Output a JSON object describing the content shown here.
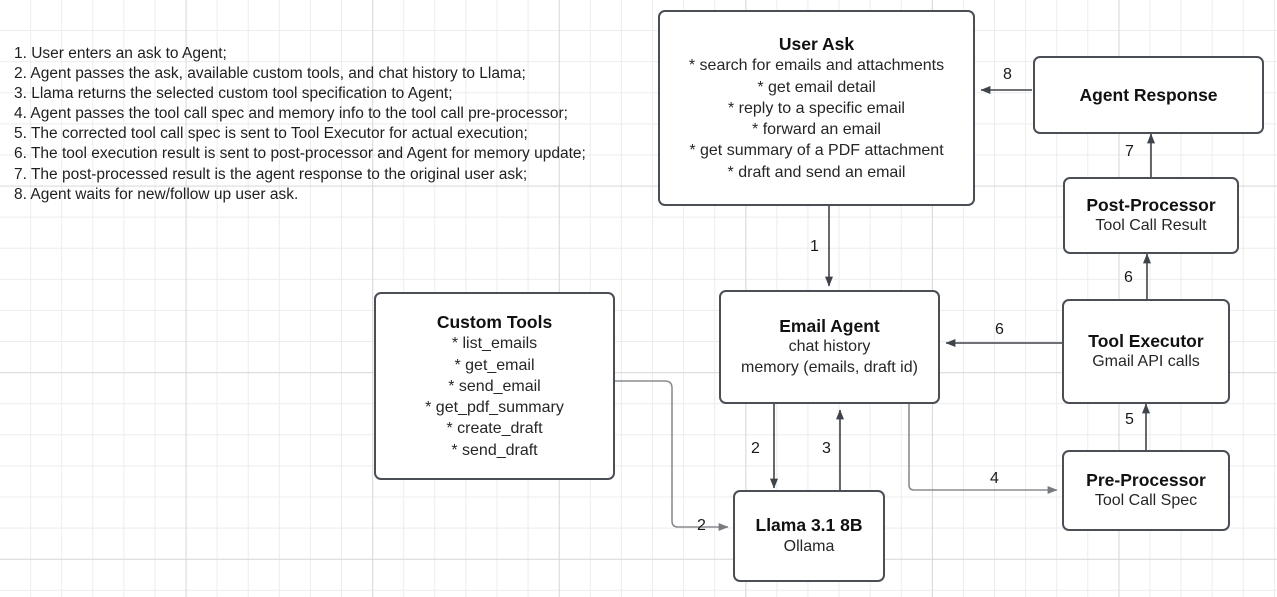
{
  "legend": {
    "name": "process-steps",
    "lines": [
      "1. User enters an ask to Agent;",
      "2. Agent passes the ask, available custom tools, and chat history to Llama;",
      "3. Llama returns the selected custom tool specification to Agent;",
      "4. Agent passes the tool call spec and memory info to the tool call pre-processor;",
      "5. The corrected tool call spec is sent to Tool Executor for actual execution;",
      "6. The tool execution result is sent to post-processor and Agent for memory update;",
      "7. The post-processed result is the agent response to the original user ask;",
      "8. Agent waits for new/follow up user ask."
    ]
  },
  "nodes": {
    "user_ask": {
      "title": "User Ask",
      "bullets": [
        "* search for emails and attachments",
        "* get email detail",
        "* reply to a specific email",
        "* forward an email",
        "* get summary of a PDF attachment",
        "* draft and send an email"
      ]
    },
    "agent_response": {
      "title": "Agent Response"
    },
    "post_processor": {
      "title": "Post-Processor",
      "sub": "Tool Call Result"
    },
    "tool_executor": {
      "title": "Tool Executor",
      "sub": "Gmail API calls"
    },
    "pre_processor": {
      "title": "Pre-Processor",
      "sub": "Tool Call Spec"
    },
    "email_agent": {
      "title": "Email Agent",
      "sub1": "chat history",
      "sub2": "memory (emails, draft id)"
    },
    "llama": {
      "title": "Llama 3.1 8B",
      "sub": "Ollama"
    },
    "custom_tools": {
      "title": "Custom Tools",
      "bullets": [
        "* list_emails",
        "* get_email",
        "* send_email",
        "* get_pdf_summary",
        "* create_draft",
        "* send_draft"
      ]
    }
  },
  "edges": [
    {
      "id": "user-ask-to-email-agent",
      "label": "1"
    },
    {
      "id": "email-agent-to-llama",
      "label": "2"
    },
    {
      "id": "custom-tools-to-llama",
      "label": "2"
    },
    {
      "id": "llama-to-email-agent",
      "label": "3"
    },
    {
      "id": "email-agent-to-pre-processor",
      "label": "4"
    },
    {
      "id": "pre-processor-to-tool-executor",
      "label": "5"
    },
    {
      "id": "tool-executor-to-email-agent",
      "label": "6"
    },
    {
      "id": "tool-executor-to-post-processor",
      "label": "6"
    },
    {
      "id": "post-processor-to-agent-response",
      "label": "7"
    },
    {
      "id": "agent-response-to-user-ask",
      "label": "8"
    }
  ],
  "colors": {
    "node_border": "#4a4f57",
    "edge_dark": "#3f444c",
    "edge_gray": "#8c8c8c",
    "grid_minor": "#ececec",
    "grid_major": "#d9d9d9"
  }
}
